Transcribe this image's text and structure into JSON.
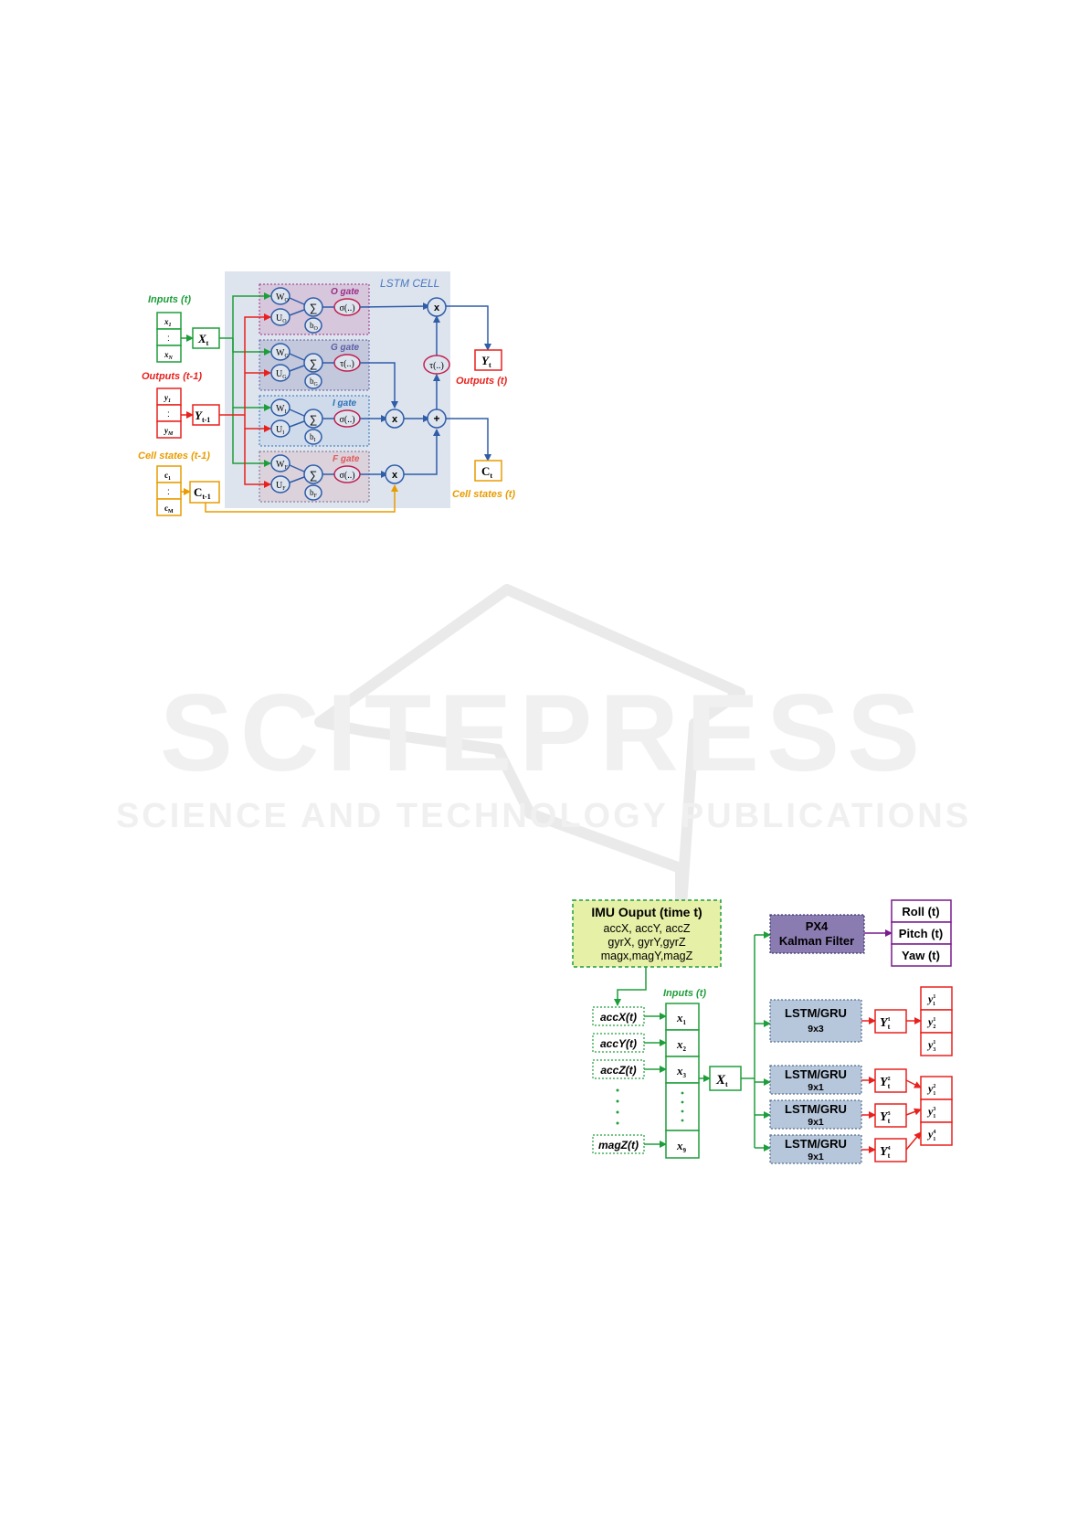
{
  "watermark": {
    "main": "SCITEPRESS",
    "sub": "SCIENCE AND TECHNOLOGY PUBLICATIONS"
  },
  "colors": {
    "green": "#1e9e3a",
    "red": "#e8211d",
    "orange": "#e89c00",
    "blue": "#2f5da8",
    "purple": "#7a1a8e",
    "cell_bg": "#dde4ee",
    "lime_fill": "#e6f0a6",
    "lstm_fill": "#b6c7dc",
    "px4_fill": "#8a7bb0"
  },
  "lstm_cell": {
    "title": "LSTM CELL",
    "inputs_label": "Inputs (t)",
    "outputs_prev_label": "Outputs (t-1)",
    "cell_prev_label": "Cell states (t-1)",
    "outputs_label": "Outputs (t)",
    "cell_label": "Cell states (t)",
    "x_vec": [
      "x",
      ":",
      "x"
    ],
    "x_sub": [
      "1",
      "",
      "N"
    ],
    "y_vec": [
      "y",
      ":",
      "y"
    ],
    "y_sub": [
      "1",
      "",
      "M"
    ],
    "c_vec": [
      "c",
      ":",
      "c"
    ],
    "c_sub": [
      "1",
      "",
      "M"
    ],
    "Xt": "X",
    "Xt_sub": "t",
    "Yprev": "Y",
    "Yprev_sub": "t-1",
    "Cprev": "C",
    "Cprev_sub": "t-1",
    "Yt": "Y",
    "Yt_sub": "t",
    "Ct": "C",
    "Ct_sub": "t",
    "sum": "∑",
    "mult": "x",
    "plus": "+",
    "tanh_out": "τ(..)",
    "gates": [
      {
        "name": "O gate",
        "W": "W",
        "U": "U",
        "b": "b",
        "sub": "O",
        "act": "σ(..)"
      },
      {
        "name": "G gate",
        "W": "W",
        "U": "U",
        "b": "b",
        "sub": "G",
        "act": "τ(..)"
      },
      {
        "name": "I gate",
        "W": "W",
        "U": "U",
        "b": "b",
        "sub": "I",
        "act": "σ(..)"
      },
      {
        "name": "F gate",
        "W": "W",
        "U": "U",
        "b": "b",
        "sub": "F",
        "act": "σ(..)"
      }
    ]
  },
  "pipeline": {
    "imu": {
      "title": "IMU Ouput (time t)",
      "lines": [
        "accX, accY, accZ",
        "gyrX, gyrY,gyrZ",
        "magx,magY,magZ"
      ]
    },
    "inputs_label": "Inputs (t)",
    "signals": [
      "accX(t)",
      "accY(t)",
      "accZ(t)",
      "magZ(t)"
    ],
    "x_items": [
      {
        "v": "x",
        "s": "1"
      },
      {
        "v": "x",
        "s": "2"
      },
      {
        "v": "x",
        "s": "3"
      },
      {
        "v": "x",
        "s": "9"
      }
    ],
    "Xt": "X",
    "Xt_sub": "t",
    "px4": {
      "line1": "PX4",
      "line2": "Kalman Filter"
    },
    "rpy": [
      "Roll (t)",
      "Pitch (t)",
      "Yaw (t)"
    ],
    "models": [
      {
        "name": "LSTM/GRU",
        "dim": "9x3"
      },
      {
        "name": "LSTM/GRU",
        "dim": "9x1"
      },
      {
        "name": "LSTM/GRU",
        "dim": "9x1"
      },
      {
        "name": "LSTM/GRU",
        "dim": "9x1"
      }
    ],
    "Y": [
      {
        "v": "Y",
        "sup": "1",
        "sub": "t"
      },
      {
        "v": "Y",
        "sup": "2",
        "sub": "t"
      },
      {
        "v": "Y",
        "sup": "3",
        "sub": "t"
      },
      {
        "v": "Y",
        "sup": "4",
        "sub": "t"
      }
    ],
    "y_top": [
      {
        "v": "y",
        "sup": "1",
        "sub": "1"
      },
      {
        "v": "y",
        "sup": "1",
        "sub": "2"
      },
      {
        "v": "y",
        "sup": "1",
        "sub": "3"
      }
    ],
    "y_bottom": [
      {
        "v": "y",
        "sup": "2",
        "sub": "1"
      },
      {
        "v": "y",
        "sup": "3",
        "sub": "1"
      },
      {
        "v": "y",
        "sup": "4",
        "sub": "1"
      }
    ]
  }
}
